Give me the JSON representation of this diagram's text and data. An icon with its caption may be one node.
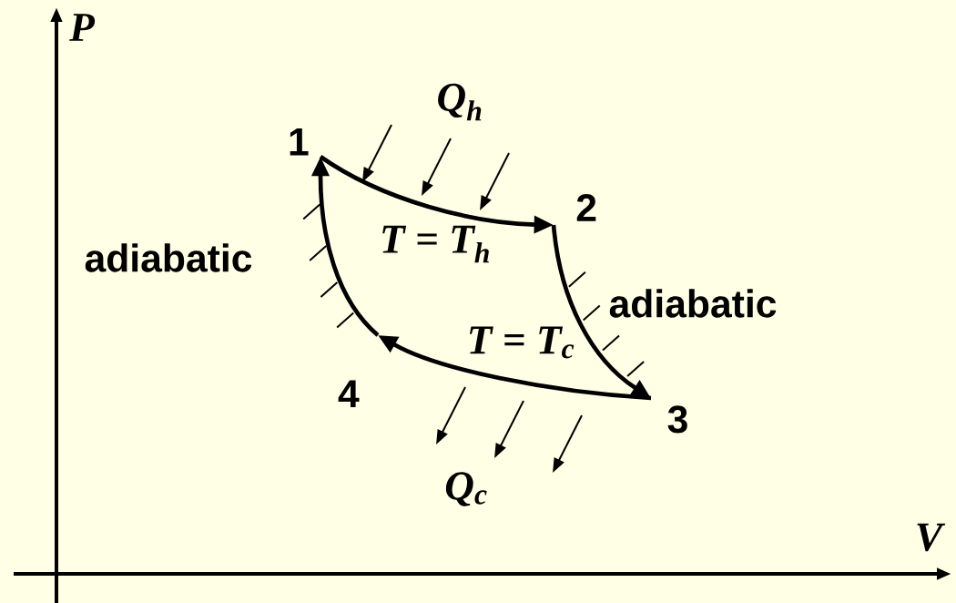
{
  "diagram": {
    "nodes": [
      {
        "text": [
          "1"
        ]
      },
      {
        "text": [
          "2"
        ]
      },
      {
        "text": [
          "3"
        ]
      },
      {
        "text": [
          "4"
        ]
      }
    ],
    "edges": [
      {
        "from": 0,
        "to": 1,
        "arrow": "to",
        "label": "T = T$_{h}$"
      },
      {
        "from": 1,
        "to": 2,
        "arrow": "to",
        "label": "adiabatic"
      },
      {
        "from": 2,
        "to": 3,
        "arrow": "to",
        "label": "T = T$_{c}$"
      },
      {
        "from": 3,
        "to": 0,
        "arrow": "to",
        "label": "adiabatic"
      }
    ],
    "labels": [
      "P",
      "Q$_{h}$",
      "Q$_{c}$",
      "V"
    ]
  }
}
